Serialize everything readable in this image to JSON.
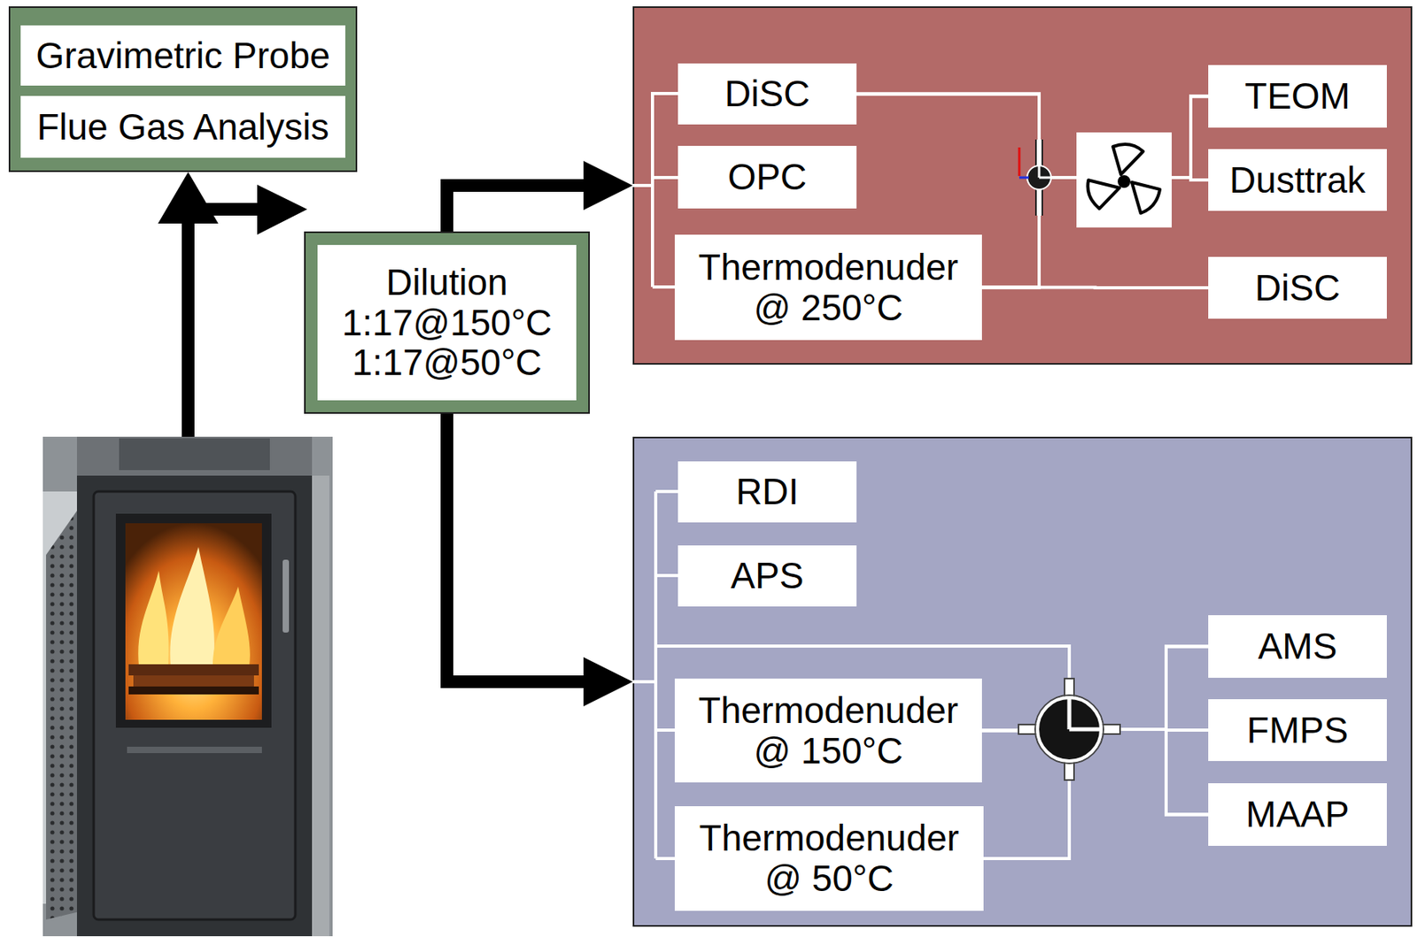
{
  "diagram": {
    "nodes": [
      {
        "text": []
      },
      {
        "text": [
          "Gravimetric Probe"
        ],
        "in": 0
      },
      {
        "text": [
          "Flue Gas Analysis"
        ],
        "in": 0
      },
      {
        "text": [
          "Dilution",
          "1:17@150°C 1:17@50°C"
        ]
      },
      {
        "text": []
      },
      {
        "text": [
          "DiSC"
        ],
        "in": 4
      },
      {
        "text": [
          "OPC"
        ],
        "in": 4
      },
      {
        "text": [
          "Thermodenuder @ 250°C"
        ],
        "in": 4
      },
      {
        "text": [
          "TEOM"
        ],
        "in": 4
      },
      {
        "text": [
          "Dusttrak"
        ],
        "in": 4
      },
      {
        "text": [
          "DiSC"
        ],
        "in": 4
      },
      {
        "text": []
      },
      {
        "text": [
          "RDI"
        ],
        "in": 11
      },
      {
        "text": [
          "APS"
        ],
        "in": 11
      },
      {
        "text": [
          "Thermodenuder @ 150°C"
        ],
        "in": 11
      },
      {
        "text": [
          "Thermodenuder @ 50°C"
        ],
        "in": 11
      },
      {
        "text": [
          "AMS"
        ],
        "in": 11
      },
      {
        "text": [
          "FMPS"
        ],
        "in": 11
      },
      {
        "text": [
          "MAAP"
        ],
        "in": 11
      }
    ],
    "edges": [
      {
        "from": 3,
        "to": 4,
        "arrow": "to"
      },
      {
        "from": 3,
        "to": 11,
        "arrow": "to"
      },
      {
        "from": 5,
        "to": 8,
        "arrow": "none"
      },
      {
        "from": 5,
        "to": 9,
        "arrow": "none"
      },
      {
        "from": 7,
        "to": 8,
        "arrow": "none"
      },
      {
        "from": 7,
        "to": 9,
        "arrow": "none"
      },
      {
        "from": 7,
        "to": 10,
        "arrow": "none"
      },
      {
        "from": 14,
        "to": 16,
        "arrow": "none"
      },
      {
        "from": 14,
        "to": 17,
        "arrow": "none"
      },
      {
        "from": 14,
        "to": 18,
        "arrow": "none"
      },
      {
        "from": 15,
        "to": 16,
        "arrow": "none"
      },
      {
        "from": 15,
        "to": 17,
        "arrow": "none"
      },
      {
        "from": 15,
        "to": 18,
        "arrow": "none"
      }
    ]
  }
}
